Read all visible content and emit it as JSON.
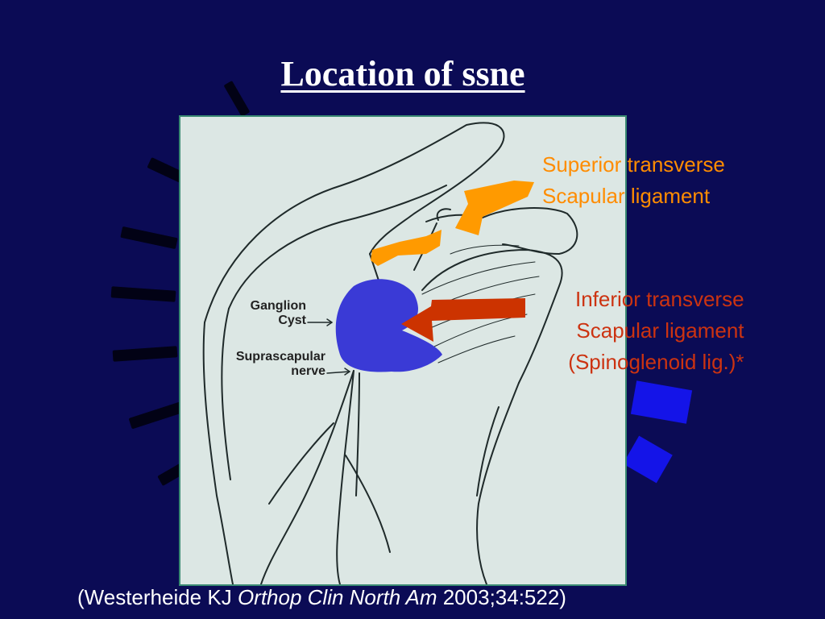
{
  "title": "Location of ssne",
  "figure": {
    "label_ganglion_line1": "Ganglion",
    "label_ganglion_line2": "Cyst",
    "label_nerve_line1": "Suprascapular",
    "label_nerve_line2": "nerve"
  },
  "callouts": {
    "superior_line1": "Superior transverse",
    "superior_line2": "Scapular ligament",
    "inferior_line1": "Inferior transverse",
    "inferior_line2": "Scapular ligament",
    "inferior_line3": "(Spinoglenoid lig.)*"
  },
  "citation": {
    "prefix": "(Westerheide KJ ",
    "journal": "Orthop Clin North Am",
    "suffix": " 2003;34:522)"
  },
  "colors": {
    "background": "#0b0b55",
    "superior_arrow": "#ff9a00",
    "inferior_arrow": "#cc3300",
    "ligament_highlight": "#ff9a00",
    "cyst": "#3a3ad6"
  }
}
